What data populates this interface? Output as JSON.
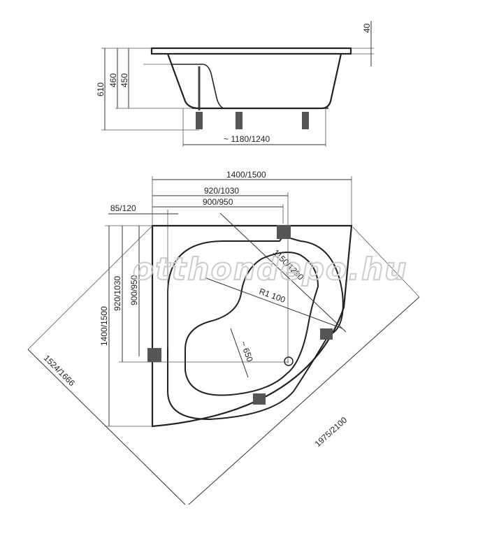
{
  "side_view": {
    "dims": {
      "rim_thickness": "40",
      "total_height": "610",
      "height_460": "460",
      "height_450": "450",
      "length": "1180/1240"
    }
  },
  "plan_view": {
    "dims": {
      "width_total": "1400/1500",
      "width_920": "920/1030",
      "width_900": "900/950",
      "offset": "85/120",
      "height_total": "1400/1500",
      "height_920": "920/1030",
      "height_900": "900/950",
      "diag_inner": "1150/1290",
      "radius": "R1 100",
      "seat": "650",
      "diag_left": "1524/1666",
      "diag_right": "1975/2100"
    }
  },
  "watermark": "otthondepo.hu",
  "colors": {
    "line": "#222222",
    "icon": "#555555"
  }
}
